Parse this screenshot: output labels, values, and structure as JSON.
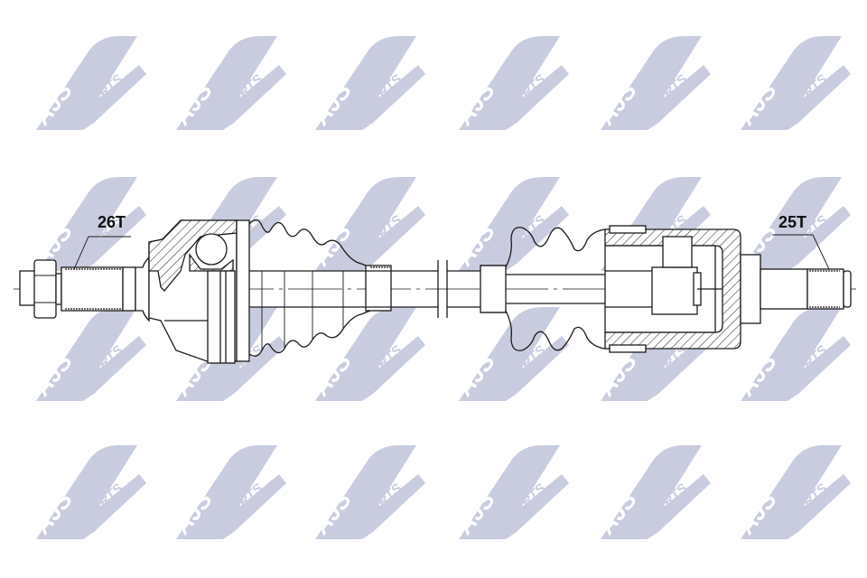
{
  "diagram": {
    "subject": "drive shaft technical drawing",
    "labels": {
      "left_spline_teeth": "26T",
      "right_spline_teeth": "25T"
    },
    "watermark": {
      "brand_main": "AJS",
      "brand_sub": "PARTS",
      "color": "#c9ccdf",
      "rows": 4,
      "columns": 6
    },
    "line_color": "#1a1a1a",
    "background": "#ffffff"
  }
}
